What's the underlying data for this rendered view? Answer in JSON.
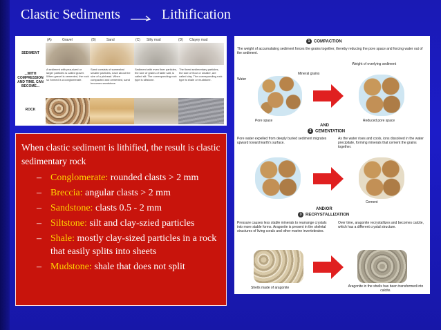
{
  "slide": {
    "title_left": "Clastic Sediments",
    "title_right": "Lithification"
  },
  "figure_left": {
    "col_headers": [
      "(A)",
      "Gravel",
      "(B)",
      "Sand",
      "(C)",
      "Silty mud",
      "(D)",
      "Clayey mud"
    ],
    "row_labels": [
      "SEDIMENT",
      "...WITH COMPRESSION AND TIME, CAN BECOME...",
      "ROCK"
    ],
    "descriptions": [
      "A sediment with pea-sized or larger particles is called gravel. When gravel is cemented, the rock so formed is a conglomerate.",
      "Sand consists of somewhat smaller particles, each about the size of a pinhead. When compacted and cemented, sand becomes sandstone.",
      "Sediment with even finer particles, the size of grains of table salt, is called silt. The corresponding rock type is siltstone.",
      "The finest sedimentary particles, the size of flour or smaller, are called clay. The corresponding rock type is shale or mudstone."
    ]
  },
  "redbox": {
    "intro": "When clastic sediment is lithified, the result is clastic sedimentary rock",
    "items": [
      {
        "term": "Conglomerate:",
        "desc": "rounded clasts > 2 mm"
      },
      {
        "term": "Breccia:",
        "desc": "angular clasts > 2 mm"
      },
      {
        "term": "Sandstone:",
        "desc": "clasts 0.5 - 2 mm"
      },
      {
        "term": "Siltstone:",
        "desc": "silt and clay-szied particles"
      },
      {
        "term": "Shale:",
        "desc": "mostly clay-sized particles in a rock that easily splits into sheets"
      },
      {
        "term": "Mudstone:",
        "desc": "shale that does not split"
      }
    ]
  },
  "figure_right": {
    "step1_num": "1",
    "step1_title": "COMPACTION",
    "step1_text": "The weight of accumulating sediment forces the grains together, thereby reducing the pore space and forcing water out of the sediment.",
    "label_weight": "Weight of overlying sediment",
    "label_mineral": "Mineral grains",
    "label_water": "Water",
    "label_pore": "Pore space",
    "label_reduced": "Reduced pore space",
    "and_label": "AND",
    "step2_num": "2",
    "step2_title": "CEMENTATION",
    "step2_text_left": "Pore water expelled from deeply buried sediment migrates upward toward Earth's surface.",
    "step2_text_right": "As the water rises and cools, ions dissolved in the water precipitate, forming minerals that cement the grains together.",
    "label_cement": "Cement",
    "andor_label": "AND/OR",
    "step3_num": "3",
    "step3_title": "RECRYSTALLIZATION",
    "step3_text_left": "Pressure causes less stable minerals to rearrange crystals into more stable forms. Aragonite is present in the skeletal structures of living corals and other marine invertebrates.",
    "step3_text_right": "Over time, aragonite recrystallizes and becomes calcite, which has a different crystal structure.",
    "label_shells": "Shells made of aragonite",
    "label_calcite": "Aragonite in the shells has been transformed into calcite."
  },
  "colors": {
    "background": "#1c1cc8",
    "redbox": "#c8140c",
    "term": "#ffd400",
    "arrow": "#e02020"
  }
}
